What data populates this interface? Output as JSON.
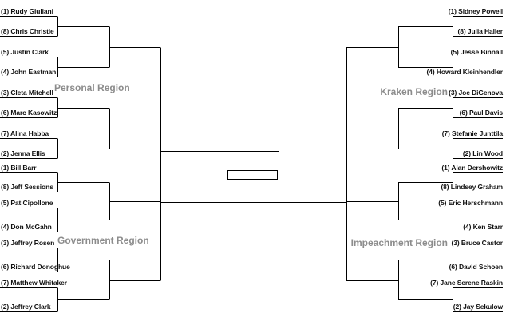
{
  "colors": {
    "line": "#000000",
    "region_label": "#8c8c8c",
    "team_text": "#111111"
  },
  "regions": [
    {
      "name": "Personal Region",
      "side": "left",
      "half": "top",
      "teams": [
        {
          "seed": "(1)",
          "name": "Rudy Giuliani"
        },
        {
          "seed": "(8)",
          "name": "Chris Christie"
        },
        {
          "seed": "(5)",
          "name": "Justin Clark"
        },
        {
          "seed": "(4)",
          "name": "John Eastman"
        },
        {
          "seed": "(3)",
          "name": "Cleta Mitchell"
        },
        {
          "seed": "(6)",
          "name": "Marc Kasowitz"
        },
        {
          "seed": "(7)",
          "name": "Alina Habba"
        },
        {
          "seed": "(2)",
          "name": "Jenna Ellis"
        }
      ]
    },
    {
      "name": "Government Region",
      "side": "left",
      "half": "bottom",
      "teams": [
        {
          "seed": "(1)",
          "name": "Bill Barr"
        },
        {
          "seed": "(8)",
          "name": "Jeff Sessions"
        },
        {
          "seed": "(5)",
          "name": "Pat Cipollone"
        },
        {
          "seed": "(4)",
          "name": "Don McGahn"
        },
        {
          "seed": "(3)",
          "name": "Jeffrey Rosen"
        },
        {
          "seed": "(6)",
          "name": "Richard Donoghue"
        },
        {
          "seed": "(7)",
          "name": "Matthew Whitaker"
        },
        {
          "seed": "(2)",
          "name": "Jeffrey Clark"
        }
      ]
    },
    {
      "name": "Kraken Region",
      "side": "right",
      "half": "top",
      "teams": [
        {
          "seed": "(1)",
          "name": "Sidney Powell"
        },
        {
          "seed": "(8)",
          "name": "Julia Haller"
        },
        {
          "seed": "(5)",
          "name": "Jesse Binnall"
        },
        {
          "seed": "(4)",
          "name": "Howard Kleinhendler"
        },
        {
          "seed": "(3)",
          "name": "Joe DiGenova"
        },
        {
          "seed": "(6)",
          "name": "Paul Davis"
        },
        {
          "seed": "(7)",
          "name": "Stefanie Junttila"
        },
        {
          "seed": "(2)",
          "name": "Lin Wood"
        }
      ]
    },
    {
      "name": "Impeachment Region",
      "side": "right",
      "half": "bottom",
      "teams": [
        {
          "seed": "(1)",
          "name": "Alan Dershowitz"
        },
        {
          "seed": "(8)",
          "name": "Lindsey Graham"
        },
        {
          "seed": "(5)",
          "name": "Eric Herschmann"
        },
        {
          "seed": "(4)",
          "name": "Ken Starr"
        },
        {
          "seed": "(3)",
          "name": "Bruce Castor"
        },
        {
          "seed": "(6)",
          "name": "David Schoen"
        },
        {
          "seed": "(7)",
          "name": "Jane Serene Raskin"
        },
        {
          "seed": "(2)",
          "name": "Jay Sekulow"
        }
      ]
    }
  ]
}
